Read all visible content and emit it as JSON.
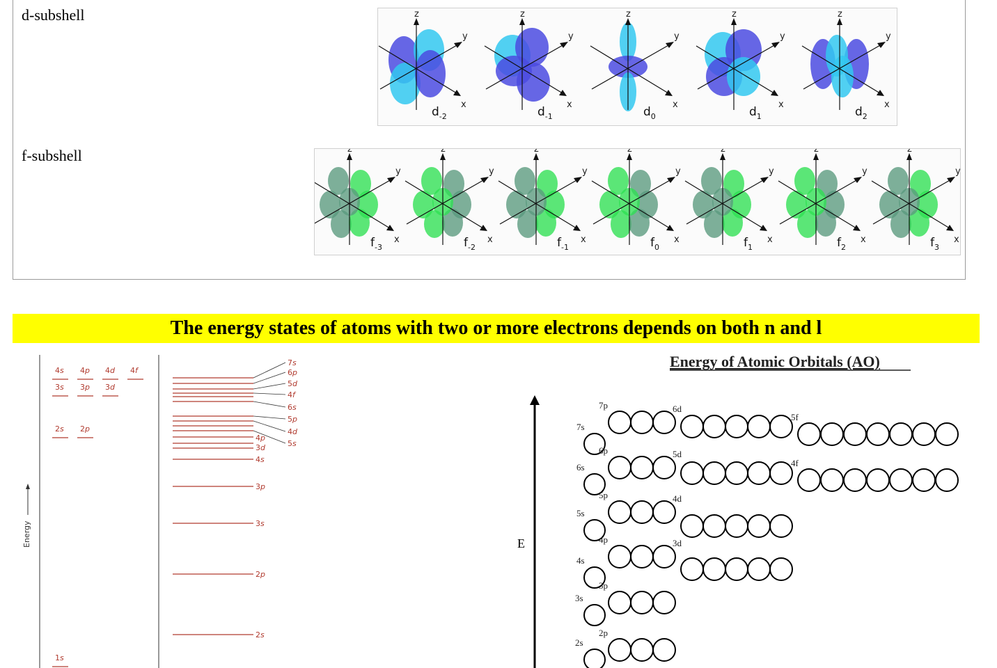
{
  "panel": {
    "d_label": "d-subshell",
    "f_label": "f-subshell",
    "d_orbitals": [
      "d-2",
      "d-1",
      "d0",
      "d1",
      "d2"
    ],
    "f_orbitals": [
      "f-3",
      "f-2",
      "f-1",
      "f0",
      "f1",
      "f2",
      "f3"
    ],
    "axes": {
      "x": "x",
      "y": "y",
      "z": "z"
    }
  },
  "banner": {
    "text": "The energy states of atoms with two or more electrons depends on both n and l"
  },
  "diagram_left": {
    "axis_label": "Energy",
    "levels": {
      "n4": [
        "4s",
        "4p",
        "4d",
        "4f"
      ],
      "n3": [
        "3s",
        "3p",
        "3d"
      ],
      "n2": [
        "2s",
        "2p"
      ],
      "n1": [
        "1s"
      ]
    }
  },
  "diagram_mid": {
    "labels": [
      "7s",
      "6p",
      "5d",
      "4f",
      "6s",
      "5p",
      "4d",
      "5s",
      "4p",
      "3d",
      "4s",
      "3p",
      "3s",
      "2p",
      "2s"
    ]
  },
  "diagram_right": {
    "title": "Energy of Atomic Orbitals (AO)",
    "axis_label": "E",
    "rows": [
      {
        "s": "7s",
        "p": "7p",
        "d": "6d",
        "f": "5f"
      },
      {
        "s": "6s",
        "p": "6p",
        "d": "5d",
        "f": "4f"
      },
      {
        "s": "5s",
        "p": "5p",
        "d": "4d"
      },
      {
        "s": "4s",
        "p": "4p",
        "d": "3d"
      },
      {
        "s": "3s",
        "p": "3p"
      },
      {
        "s": "2s",
        "p": "2p"
      }
    ]
  },
  "colors": {
    "banner_bg": "#ffff00",
    "level_line": "#b03a2e",
    "d_lobe_dark": "#4b4be0",
    "d_lobe_light": "#33c8f0",
    "f_lobe_dark": "#5a9a7e",
    "f_lobe_light": "#2ee052"
  }
}
